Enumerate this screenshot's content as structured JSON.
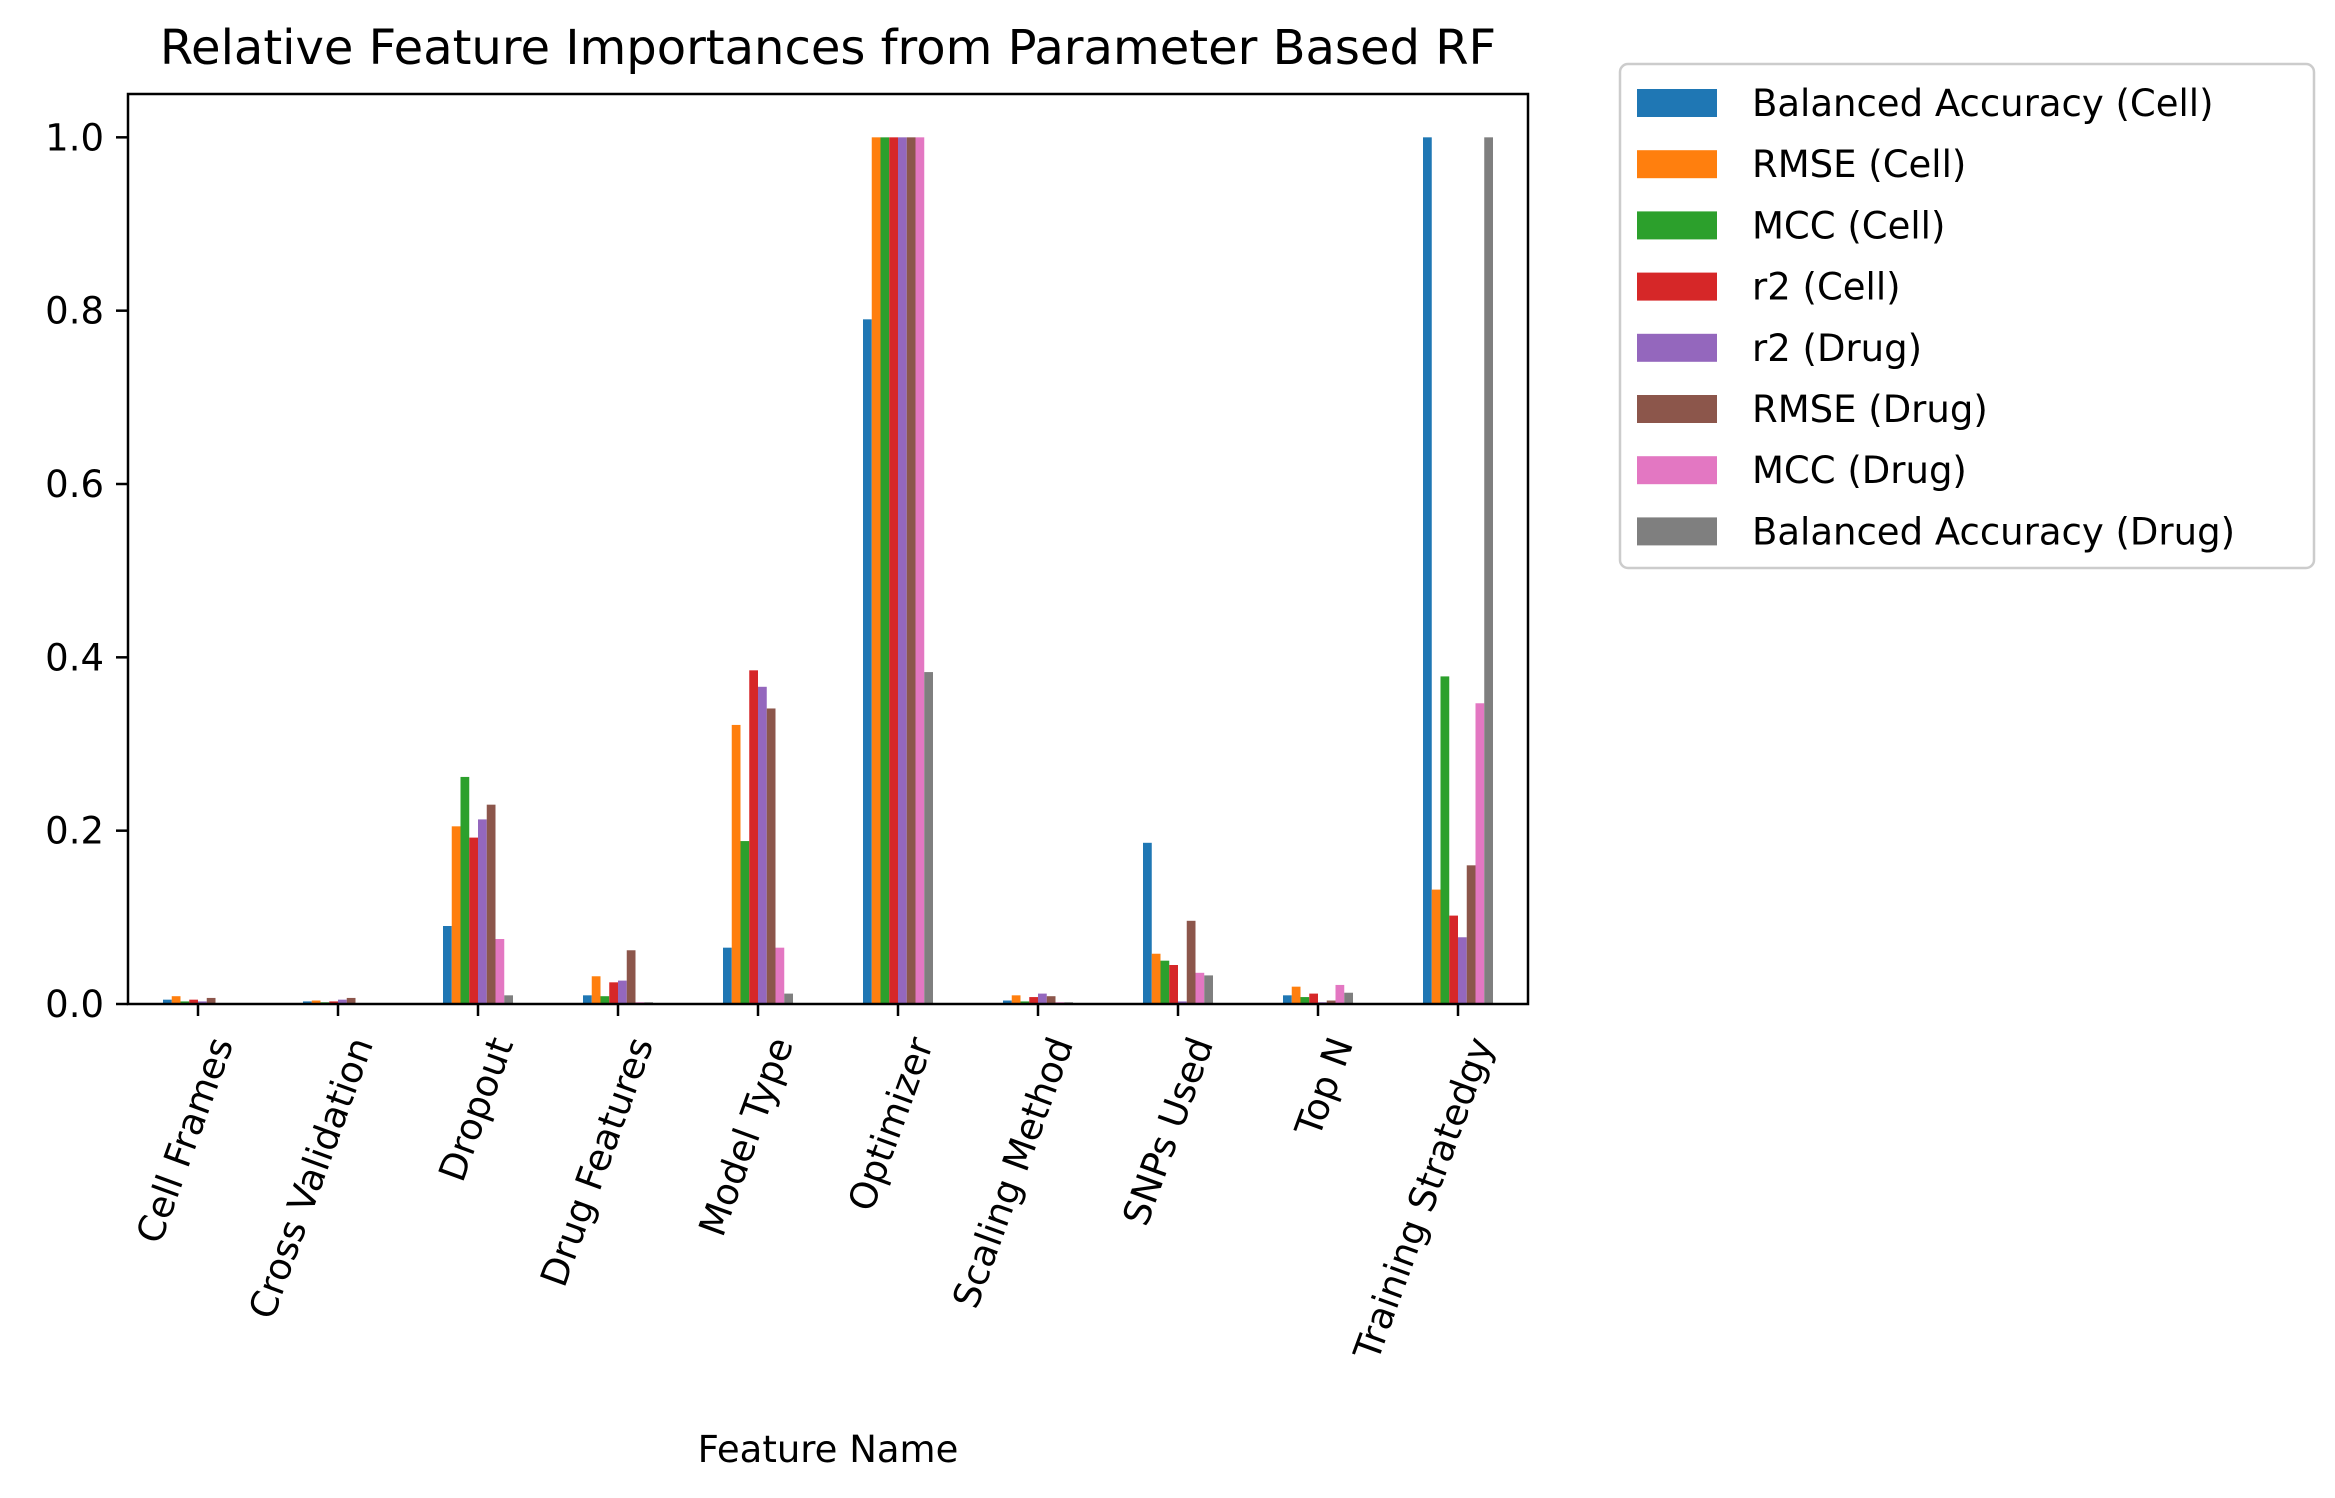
{
  "chart_data": {
    "type": "bar",
    "title": "Relative Feature Importances from Parameter Based RF",
    "xlabel": "Feature Name",
    "ylabel": "",
    "ylim": [
      0,
      1.05
    ],
    "yticks": [
      0.0,
      0.2,
      0.4,
      0.6,
      0.8,
      1.0
    ],
    "ytick_labels": [
      "0.0",
      "0.2",
      "0.4",
      "0.6",
      "0.8",
      "1.0"
    ],
    "categories": [
      "Cell Frames",
      "Cross Validation",
      "Dropout",
      "Drug Features",
      "Model Type",
      "Optimizer",
      "Scaling Method",
      "SNPs Used",
      "Top N",
      "Training Stratedgy"
    ],
    "legend_position": "outside-top-right",
    "grid": false,
    "series": [
      {
        "name": "Balanced Accuracy (Cell)",
        "color": "#1f77b4",
        "values": [
          0.005,
          0.003,
          0.09,
          0.01,
          0.065,
          0.79,
          0.004,
          0.186,
          0.01,
          1.0
        ]
      },
      {
        "name": "RMSE (Cell)",
        "color": "#ff7f0e",
        "values": [
          0.009,
          0.004,
          0.205,
          0.032,
          0.322,
          1.0,
          0.01,
          0.058,
          0.02,
          0.132
        ]
      },
      {
        "name": "MCC (Cell)",
        "color": "#2ca02c",
        "values": [
          0.003,
          0.002,
          0.262,
          0.009,
          0.188,
          1.0,
          0.003,
          0.05,
          0.008,
          0.378
        ]
      },
      {
        "name": "r2 (Cell)",
        "color": "#d62728",
        "values": [
          0.005,
          0.003,
          0.192,
          0.025,
          0.385,
          1.0,
          0.008,
          0.045,
          0.012,
          0.102
        ]
      },
      {
        "name": "r2 (Drug)",
        "color": "#9467bd",
        "values": [
          0.003,
          0.005,
          0.213,
          0.027,
          0.366,
          1.0,
          0.012,
          0.003,
          0.002,
          0.077
        ]
      },
      {
        "name": "RMSE (Drug)",
        "color": "#8c564b",
        "values": [
          0.007,
          0.007,
          0.23,
          0.062,
          0.341,
          1.0,
          0.009,
          0.096,
          0.004,
          0.16
        ]
      },
      {
        "name": "MCC (Drug)",
        "color": "#e377c2",
        "values": [
          0.001,
          0.001,
          0.075,
          0.002,
          0.065,
          1.0,
          0.002,
          0.036,
          0.022,
          0.347
        ]
      },
      {
        "name": "Balanced Accuracy (Drug)",
        "color": "#7f7f7f",
        "values": [
          0.001,
          0.001,
          0.01,
          0.002,
          0.012,
          0.383,
          0.002,
          0.033,
          0.013,
          1.0
        ]
      }
    ]
  }
}
